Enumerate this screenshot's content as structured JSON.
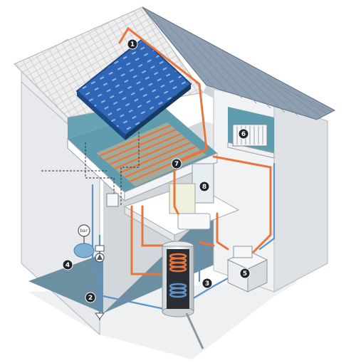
{
  "colors": {
    "roof": "#8d9fb0",
    "roof_edge": "#5e7183",
    "wall_light": "#f3f4f5",
    "wall_side": "#dfe2e5",
    "floor_blue": "#5f9cae",
    "floor_dark": "#6a8ea0",
    "hot_pipe": "#e8753c",
    "cold_pipe": "#5d93c9",
    "collector": "#2f66b5",
    "callout_bg": "#1f2329"
  },
  "gauge": {
    "label": "bar"
  },
  "callouts": [
    {
      "id": "1",
      "label": "1",
      "component": "solar-collector"
    },
    {
      "id": "2",
      "label": "2",
      "component": "pump-station"
    },
    {
      "id": "3",
      "label": "3",
      "component": "storage-tank"
    },
    {
      "id": "4",
      "label": "4",
      "component": "expansion-vessel"
    },
    {
      "id": "5",
      "label": "5",
      "component": "boiler"
    },
    {
      "id": "6",
      "label": "6",
      "component": "radiator"
    },
    {
      "id": "7",
      "label": "7",
      "component": "underfloor-heating"
    },
    {
      "id": "8",
      "label": "8",
      "component": "shower"
    }
  ],
  "icons": [
    "solar-panel-icon",
    "tank-icon",
    "boiler-icon",
    "radiator-icon",
    "pump-icon",
    "gauge-icon",
    "shower-icon"
  ]
}
